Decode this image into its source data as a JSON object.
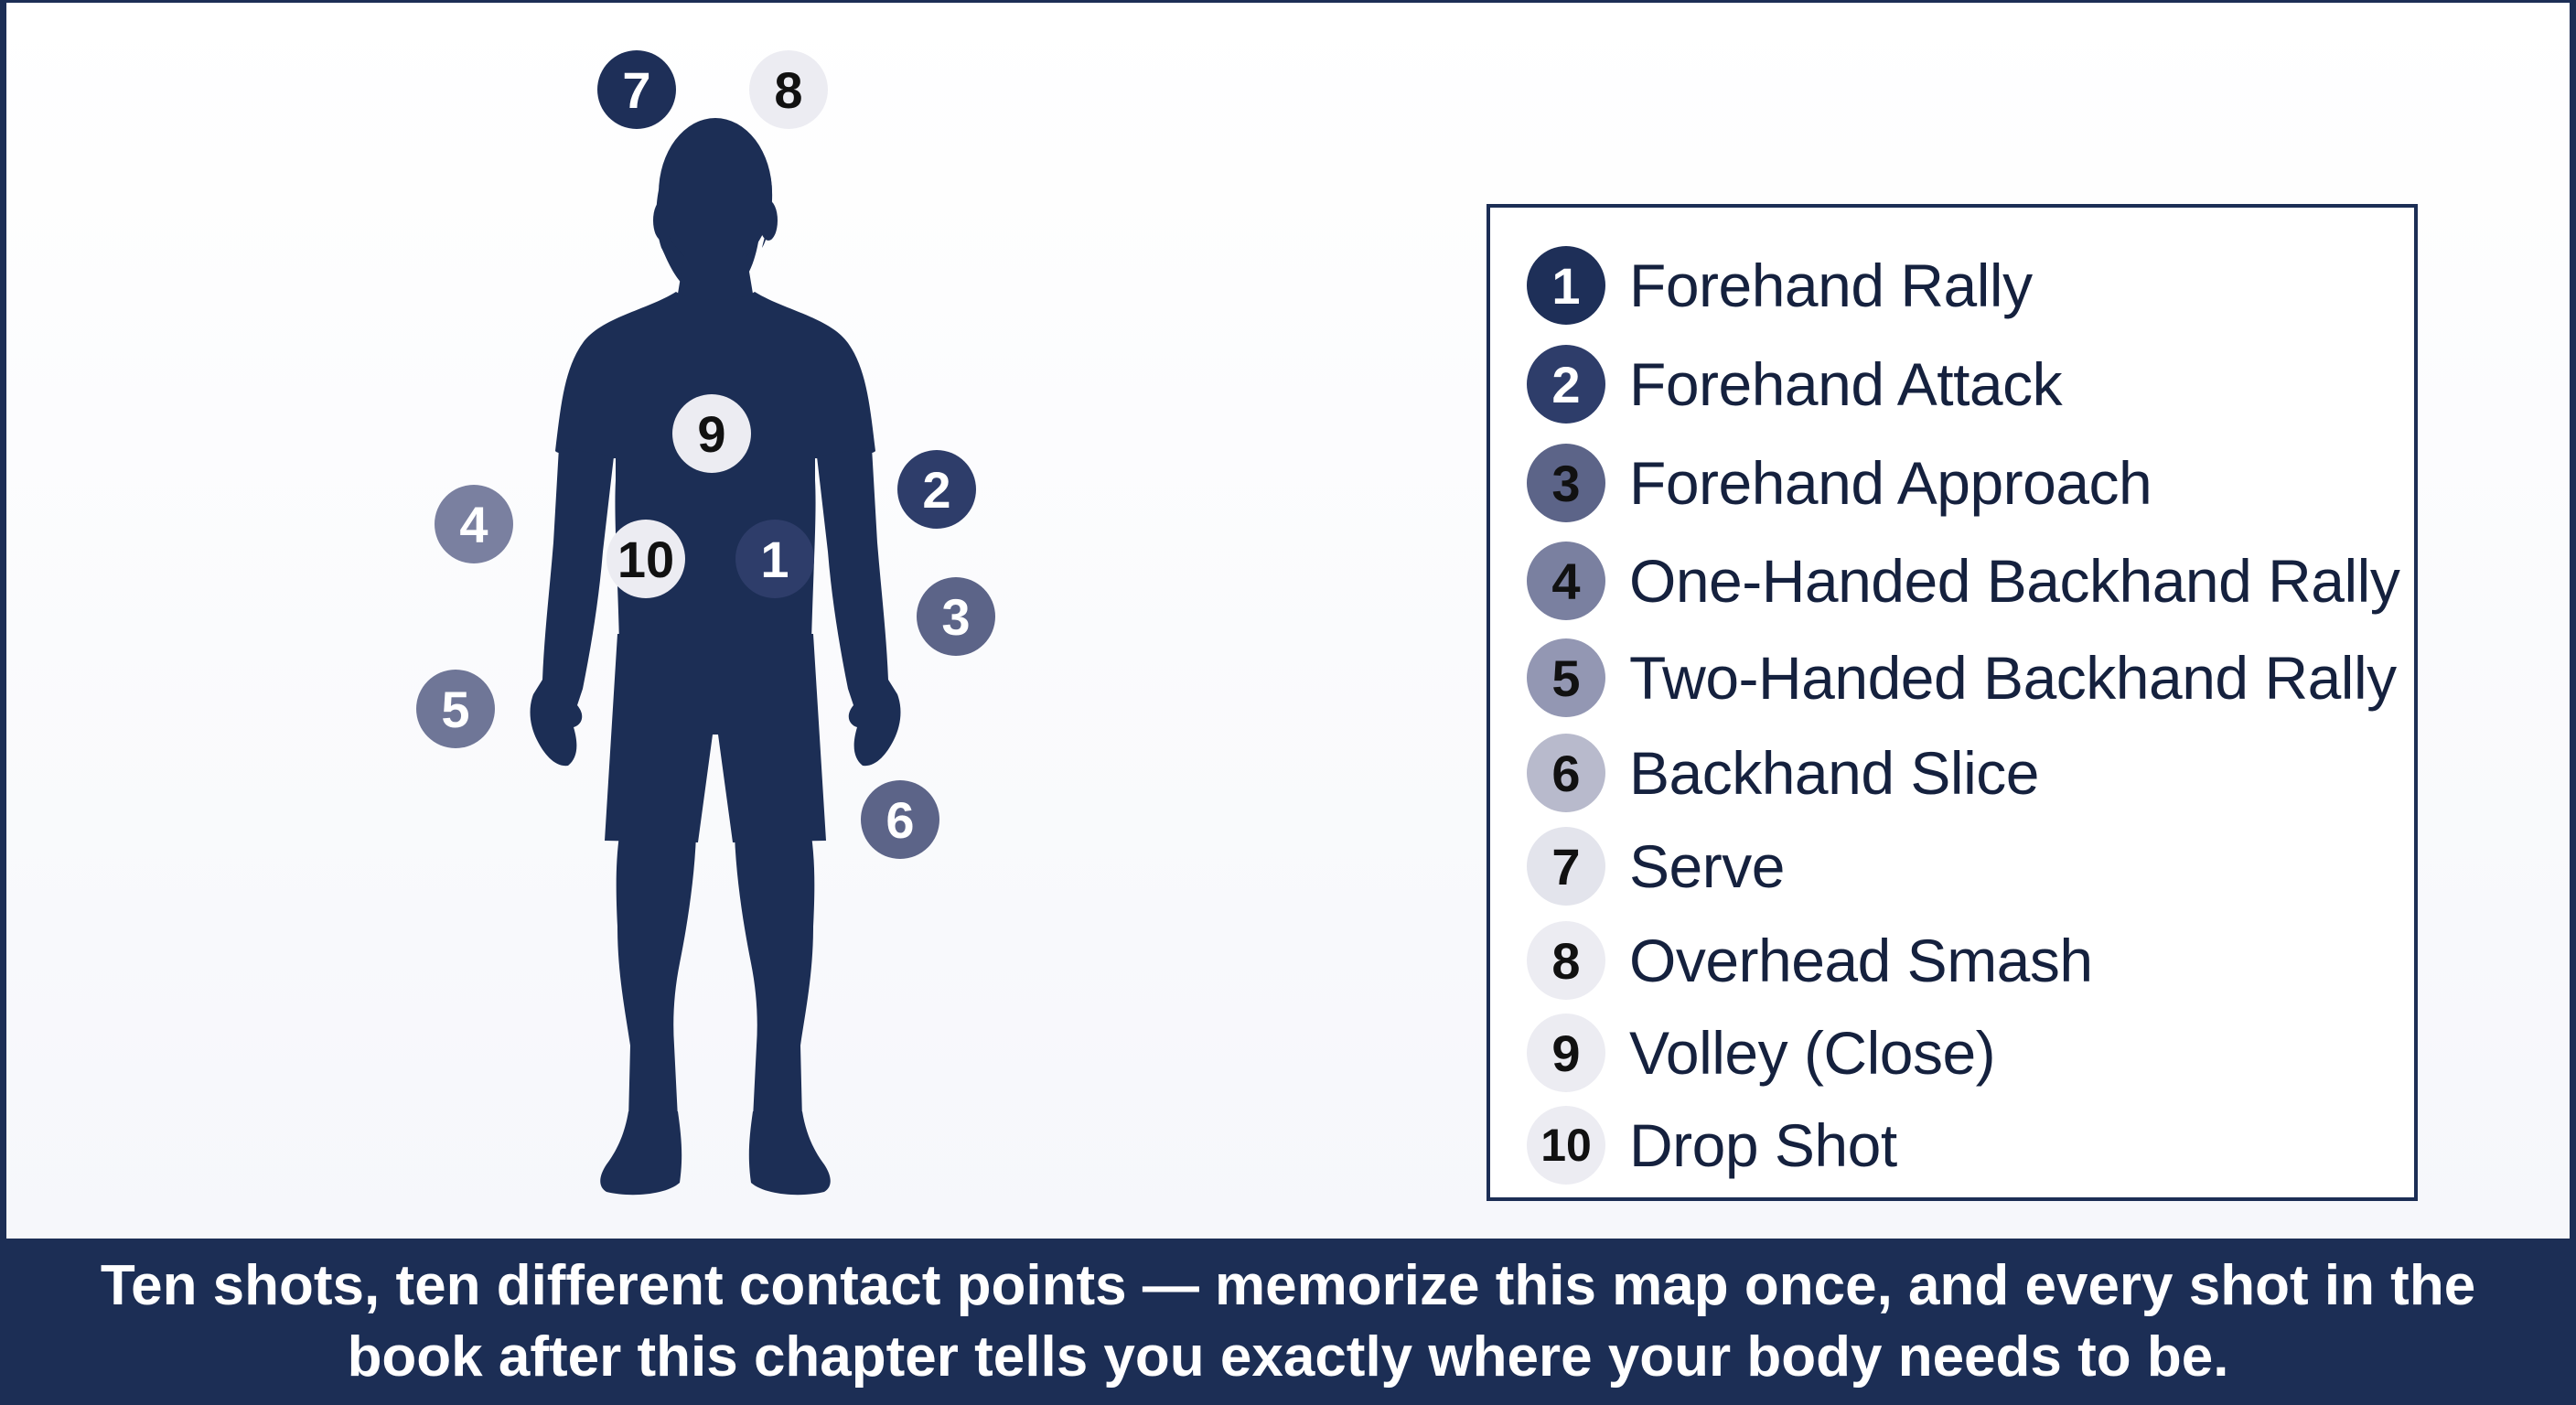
{
  "colors": {
    "navy": "#1c2e55",
    "silhouette": "#1c2e55",
    "marker_shades": {
      "1": "#1e2f58",
      "2": "#2e3d6a",
      "3": "#5c6488",
      "4": "#7a80a0",
      "5": "#9397b3",
      "6": "#b8bacc",
      "7": "#e3e4ec",
      "8": "#ececf2",
      "9": "#ececf2",
      "10": "#ececf2"
    }
  },
  "figure": {
    "description_icon": "player-silhouette-icon",
    "markers": [
      {
        "num": "1",
        "shade": "#2e3d6a",
        "text_color": "#ffffff"
      },
      {
        "num": "2",
        "shade": "#2e3d6a",
        "text_color": "#ffffff"
      },
      {
        "num": "3",
        "shade": "#5c6488",
        "text_color": "#ffffff"
      },
      {
        "num": "4",
        "shade": "#7a80a0",
        "text_color": "#ffffff"
      },
      {
        "num": "5",
        "shade": "#6f7697",
        "text_color": "#ffffff"
      },
      {
        "num": "6",
        "shade": "#5c6488",
        "text_color": "#ffffff"
      },
      {
        "num": "7",
        "shade": "#1e2f58",
        "text_color": "#ffffff"
      },
      {
        "num": "8",
        "shade": "#ececf2",
        "text_color": "#111111"
      },
      {
        "num": "9",
        "shade": "#ececf2",
        "text_color": "#111111"
      },
      {
        "num": "10",
        "shade": "#ececf2",
        "text_color": "#111111"
      }
    ]
  },
  "legend": {
    "items": [
      {
        "num": "1",
        "label": "Forehand Rally",
        "shade": "#1e2f58",
        "text_color": "#ffffff"
      },
      {
        "num": "2",
        "label": "Forehand Attack",
        "shade": "#2e3d6a",
        "text_color": "#ffffff"
      },
      {
        "num": "3",
        "label": "Forehand Approach",
        "shade": "#5c6488",
        "text_color": "#111111"
      },
      {
        "num": "4",
        "label": "One-Handed Backhand Rally",
        "shade": "#7a80a0",
        "text_color": "#111111"
      },
      {
        "num": "5",
        "label": "Two-Handed Backhand Rally",
        "shade": "#9397b3",
        "text_color": "#111111"
      },
      {
        "num": "6",
        "label": "Backhand Slice",
        "shade": "#b8bacc",
        "text_color": "#111111"
      },
      {
        "num": "7",
        "label": "Serve",
        "shade": "#e3e4ec",
        "text_color": "#111111"
      },
      {
        "num": "8",
        "label": "Overhead Smash",
        "shade": "#ececf2",
        "text_color": "#111111"
      },
      {
        "num": "9",
        "label": "Volley (Close)",
        "shade": "#ececf2",
        "text_color": "#111111"
      },
      {
        "num": "10",
        "label": "Drop Shot",
        "shade": "#ececf2",
        "text_color": "#111111"
      }
    ]
  },
  "caption": {
    "line1": "Ten shots, ten different contact points — memorize this map once, and every shot in the",
    "line2": "book after this chapter tells you exactly where your body needs to be."
  }
}
